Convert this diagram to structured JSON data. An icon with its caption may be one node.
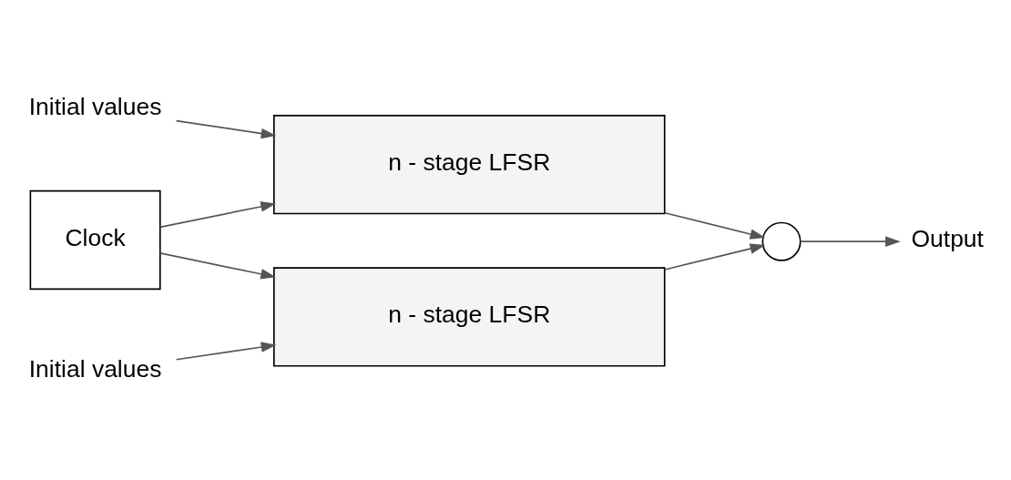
{
  "diagram": {
    "nodes": [
      {
        "text": [
          "Clock"
        ]
      },
      {
        "text": [
          "n - stage LFSR"
        ]
      },
      {
        "text": [
          "n - stage LFSR"
        ]
      },
      {
        "text": [
          "Initial values"
        ]
      },
      {
        "text": [
          "Initial values"
        ]
      },
      {
        "text": [],
        "shape": "circle"
      },
      {
        "text": [
          "Output"
        ]
      }
    ],
    "edges": [
      {
        "from": 0,
        "to": 1,
        "arrow": "to"
      },
      {
        "from": 0,
        "to": 2,
        "arrow": "to"
      },
      {
        "from": 3,
        "to": 1,
        "arrow": "to"
      },
      {
        "from": 4,
        "to": 2,
        "arrow": "to"
      },
      {
        "from": 1,
        "to": 5,
        "arrow": "to"
      },
      {
        "from": 2,
        "to": 5,
        "arrow": "to"
      },
      {
        "from": 5,
        "to": 6,
        "arrow": "to"
      }
    ]
  }
}
